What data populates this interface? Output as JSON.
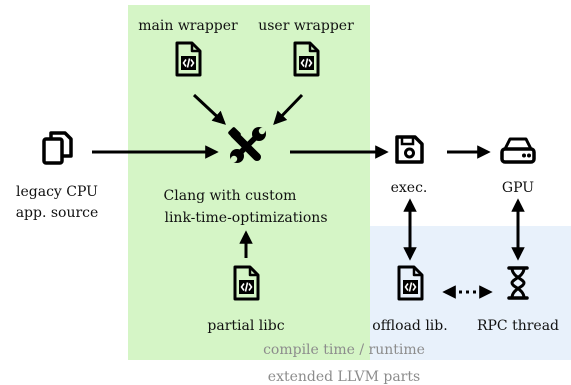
{
  "labels": {
    "main_wrapper": "main wrapper",
    "user_wrapper": "user wrapper",
    "legacy_line1": "legacy CPU",
    "legacy_line2": "app. source",
    "clang_line1": "Clang with custom",
    "clang_line2": "link-time-optimizations",
    "partial_libc": "partial libc",
    "exec": "exec.",
    "gpu": "GPU",
    "offload_lib": "offload lib.",
    "rpc_thread": "RPC thread",
    "compile_runtime": "compile time / runtime",
    "extended_llvm": "extended LLVM parts"
  },
  "colors": {
    "compile_region": "#d5f5c6",
    "runtime_region": "#e8f1fb",
    "arrow": "#000000",
    "footer_text": "#8c8c8c"
  },
  "icons": [
    "code-file-icon",
    "copy-files-icon",
    "tools-icon",
    "floppy-disk-icon",
    "gpu-drive-icon",
    "hourglass-icon"
  ]
}
